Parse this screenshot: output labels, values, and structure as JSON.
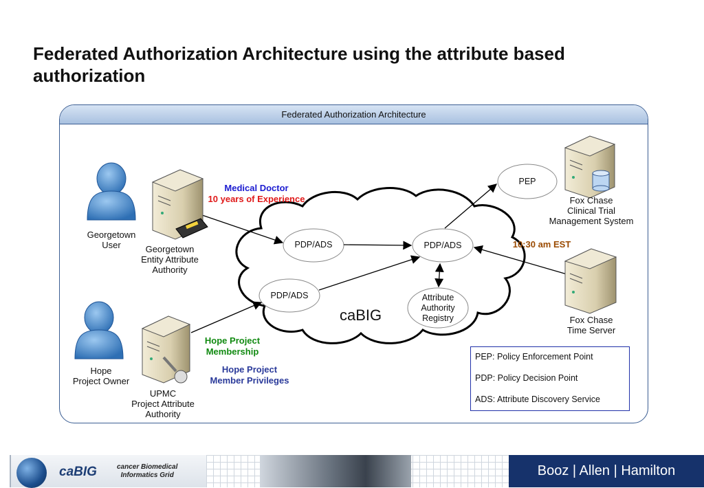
{
  "slide": {
    "title": "Federated Authorization Architecture using the attribute based authorization"
  },
  "panel": {
    "header": "Federated Authorization Architecture",
    "cloud_label": "caBIG"
  },
  "nodes": {
    "pep": "PEP",
    "pdp_center": "PDP/ADS",
    "pdp_top": "PDP/ADS",
    "pdp_left": "PDP/ADS",
    "registry": "Attribute\nAuthority\nRegistry"
  },
  "labels": {
    "georgetown_user": "Georgetown\nUser",
    "georgetown_authority": "Georgetown\nEntity Attribute\nAuthority",
    "hope_owner": "Hope\nProject Owner",
    "upmc_authority": "UPMC\nProject Attribute\nAuthority",
    "fox_chase_ctms": "Fox Chase\nClinical Trial\nManagement System",
    "fox_chase_time": "Fox Chase\nTime Server"
  },
  "annotations": {
    "medical_doctor": "Medical Doctor",
    "experience": "10 years of Experience",
    "time": "10:30 am EST",
    "hope_membership": "Hope Project\nMembership",
    "hope_privileges": "Hope Project\nMember Privileges"
  },
  "colors": {
    "medical_doctor": "#1b1bd0",
    "experience": "#e01919",
    "time": "#9a4a00",
    "hope_membership": "#118a11",
    "hope_privileges": "#2a3a9a",
    "panel_border": "#3a5d92",
    "legend_border": "#1f2fa8"
  },
  "legend": {
    "pep": "PEP: Policy Enforcement Point",
    "pdp": "PDP: Policy Decision Point",
    "ads": "ADS: Attribute Discovery Service"
  },
  "footer": {
    "brand": "caBIG",
    "subtitle": "cancer Biomedical\nInformatics Grid",
    "company": "Booz | Allen | Hamilton"
  },
  "icons": [
    "user-icon",
    "server-icon",
    "card-reader-icon",
    "key-icon",
    "database-icon",
    "globe-icon"
  ]
}
